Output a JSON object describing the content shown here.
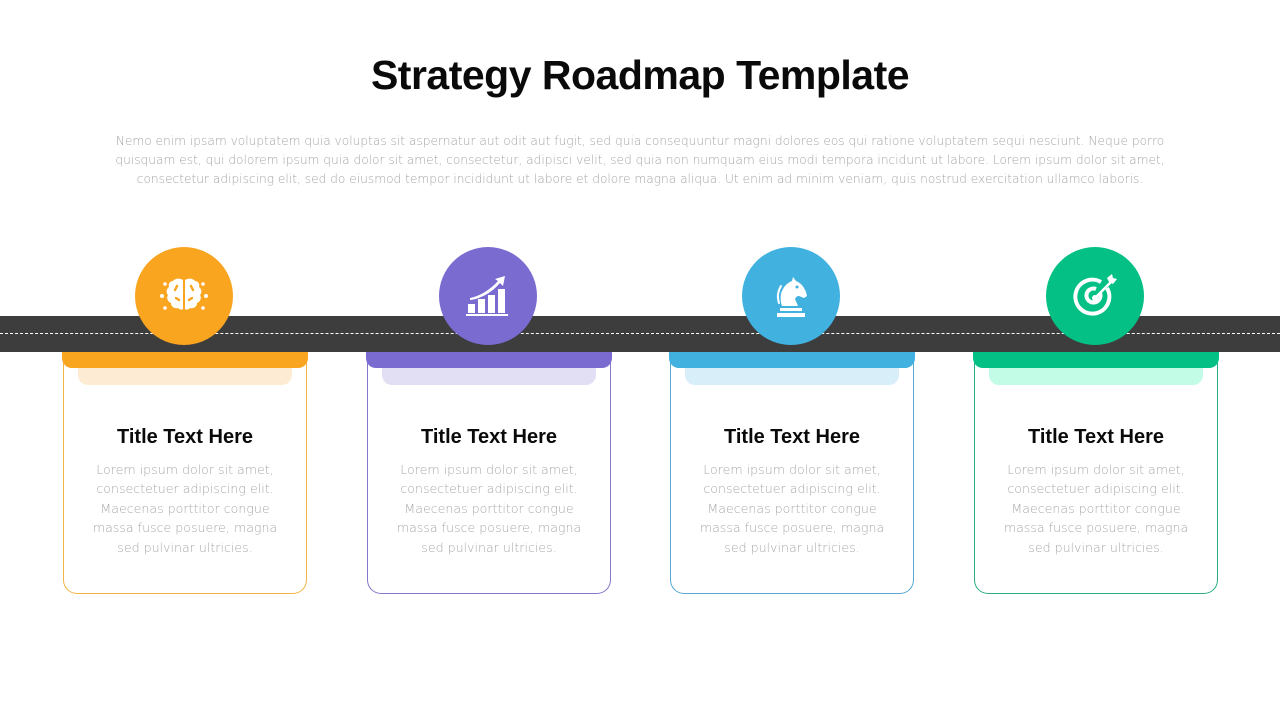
{
  "slide": {
    "title": "Strategy Roadmap Template",
    "subtitle": "Nemo enim ipsam voluptatem quia voluptas sit aspernatur aut odit aut fugit, sed quia consequuntur  magni dolores eos qui ratione voluptatem sequi nesciunt. Neque porro quisquam est, qui dolorem ipsum quia dolor sit amet, consectetur, adipisci velit, sed quia non numquam eius modi tempora incidunt ut labore. Lorem ipsum dolor sit amet, consectetur adipiscing elit, sed do eiusmod tempor incididunt ut  labore et dolore magna aliqua. Ut enim ad minim veniam, quis nostrud exercitation ullamco laboris."
  },
  "road": {
    "color": "#3d3d3d",
    "dash_color": "#ffffff"
  },
  "steps": [
    {
      "icon": "brain-icon",
      "color": "#f9a51f",
      "light_color": "#fdecd3",
      "border_color": "#f2b544",
      "title": "Title Text Here",
      "body": "Lorem ipsum dolor sit amet, consectetuer adipiscing elit. Maecenas porttitor congue massa fusce posuere, magna sed pulvinar ultricies."
    },
    {
      "icon": "growth-chart-icon",
      "color": "#7a6bd1",
      "light_color": "#e2dff5",
      "border_color": "#8477c9",
      "title": "Title Text Here",
      "body": "Lorem ipsum dolor sit amet, consectetuer adipiscing elit. Maecenas porttitor congue massa fusce posuere, magna sed pulvinar ultricies."
    },
    {
      "icon": "chess-knight-icon",
      "color": "#41b2e0",
      "light_color": "#d8eef8",
      "border_color": "#57a9cf",
      "title": "Title Text Here",
      "body": "Lorem ipsum dolor sit amet, consectetuer adipiscing elit. Maecenas porttitor congue massa fusce posuere, magna sed pulvinar ultricies."
    },
    {
      "icon": "target-arrow-icon",
      "color": "#04c085",
      "light_color": "#c2fbe6",
      "border_color": "#2bab86",
      "title": "Title Text Here",
      "body": "Lorem ipsum dolor sit amet, consectetuer adipiscing elit. Maecenas porttitor congue massa fusce posuere, magna sed pulvinar ultricies."
    }
  ]
}
